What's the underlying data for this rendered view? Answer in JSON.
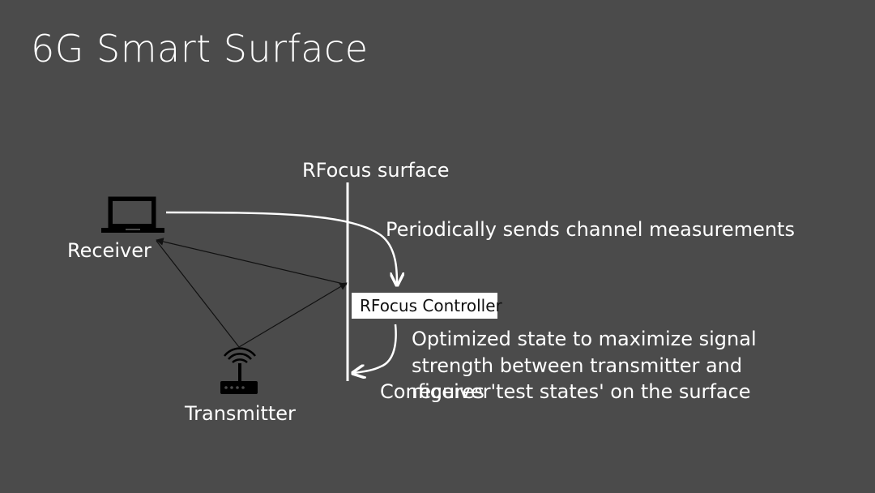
{
  "slide": {
    "title": "6G Smart Surface"
  },
  "diagram": {
    "surface_label": "RFocus surface",
    "receiver_label": "Receiver",
    "transmitter_label": "Transmitter",
    "controller_label": "RFocus Controller",
    "periodic_text": "Periodically sends channel measurements",
    "optimized_line1": "Optimized state to maximize signal",
    "optimized_line2": "strength between transmitter and",
    "optimized_line3": "receiver",
    "configures_text": "Configures 'test states' on the surface",
    "icons": {
      "receiver": "laptop-icon",
      "transmitter": "router-icon"
    }
  }
}
